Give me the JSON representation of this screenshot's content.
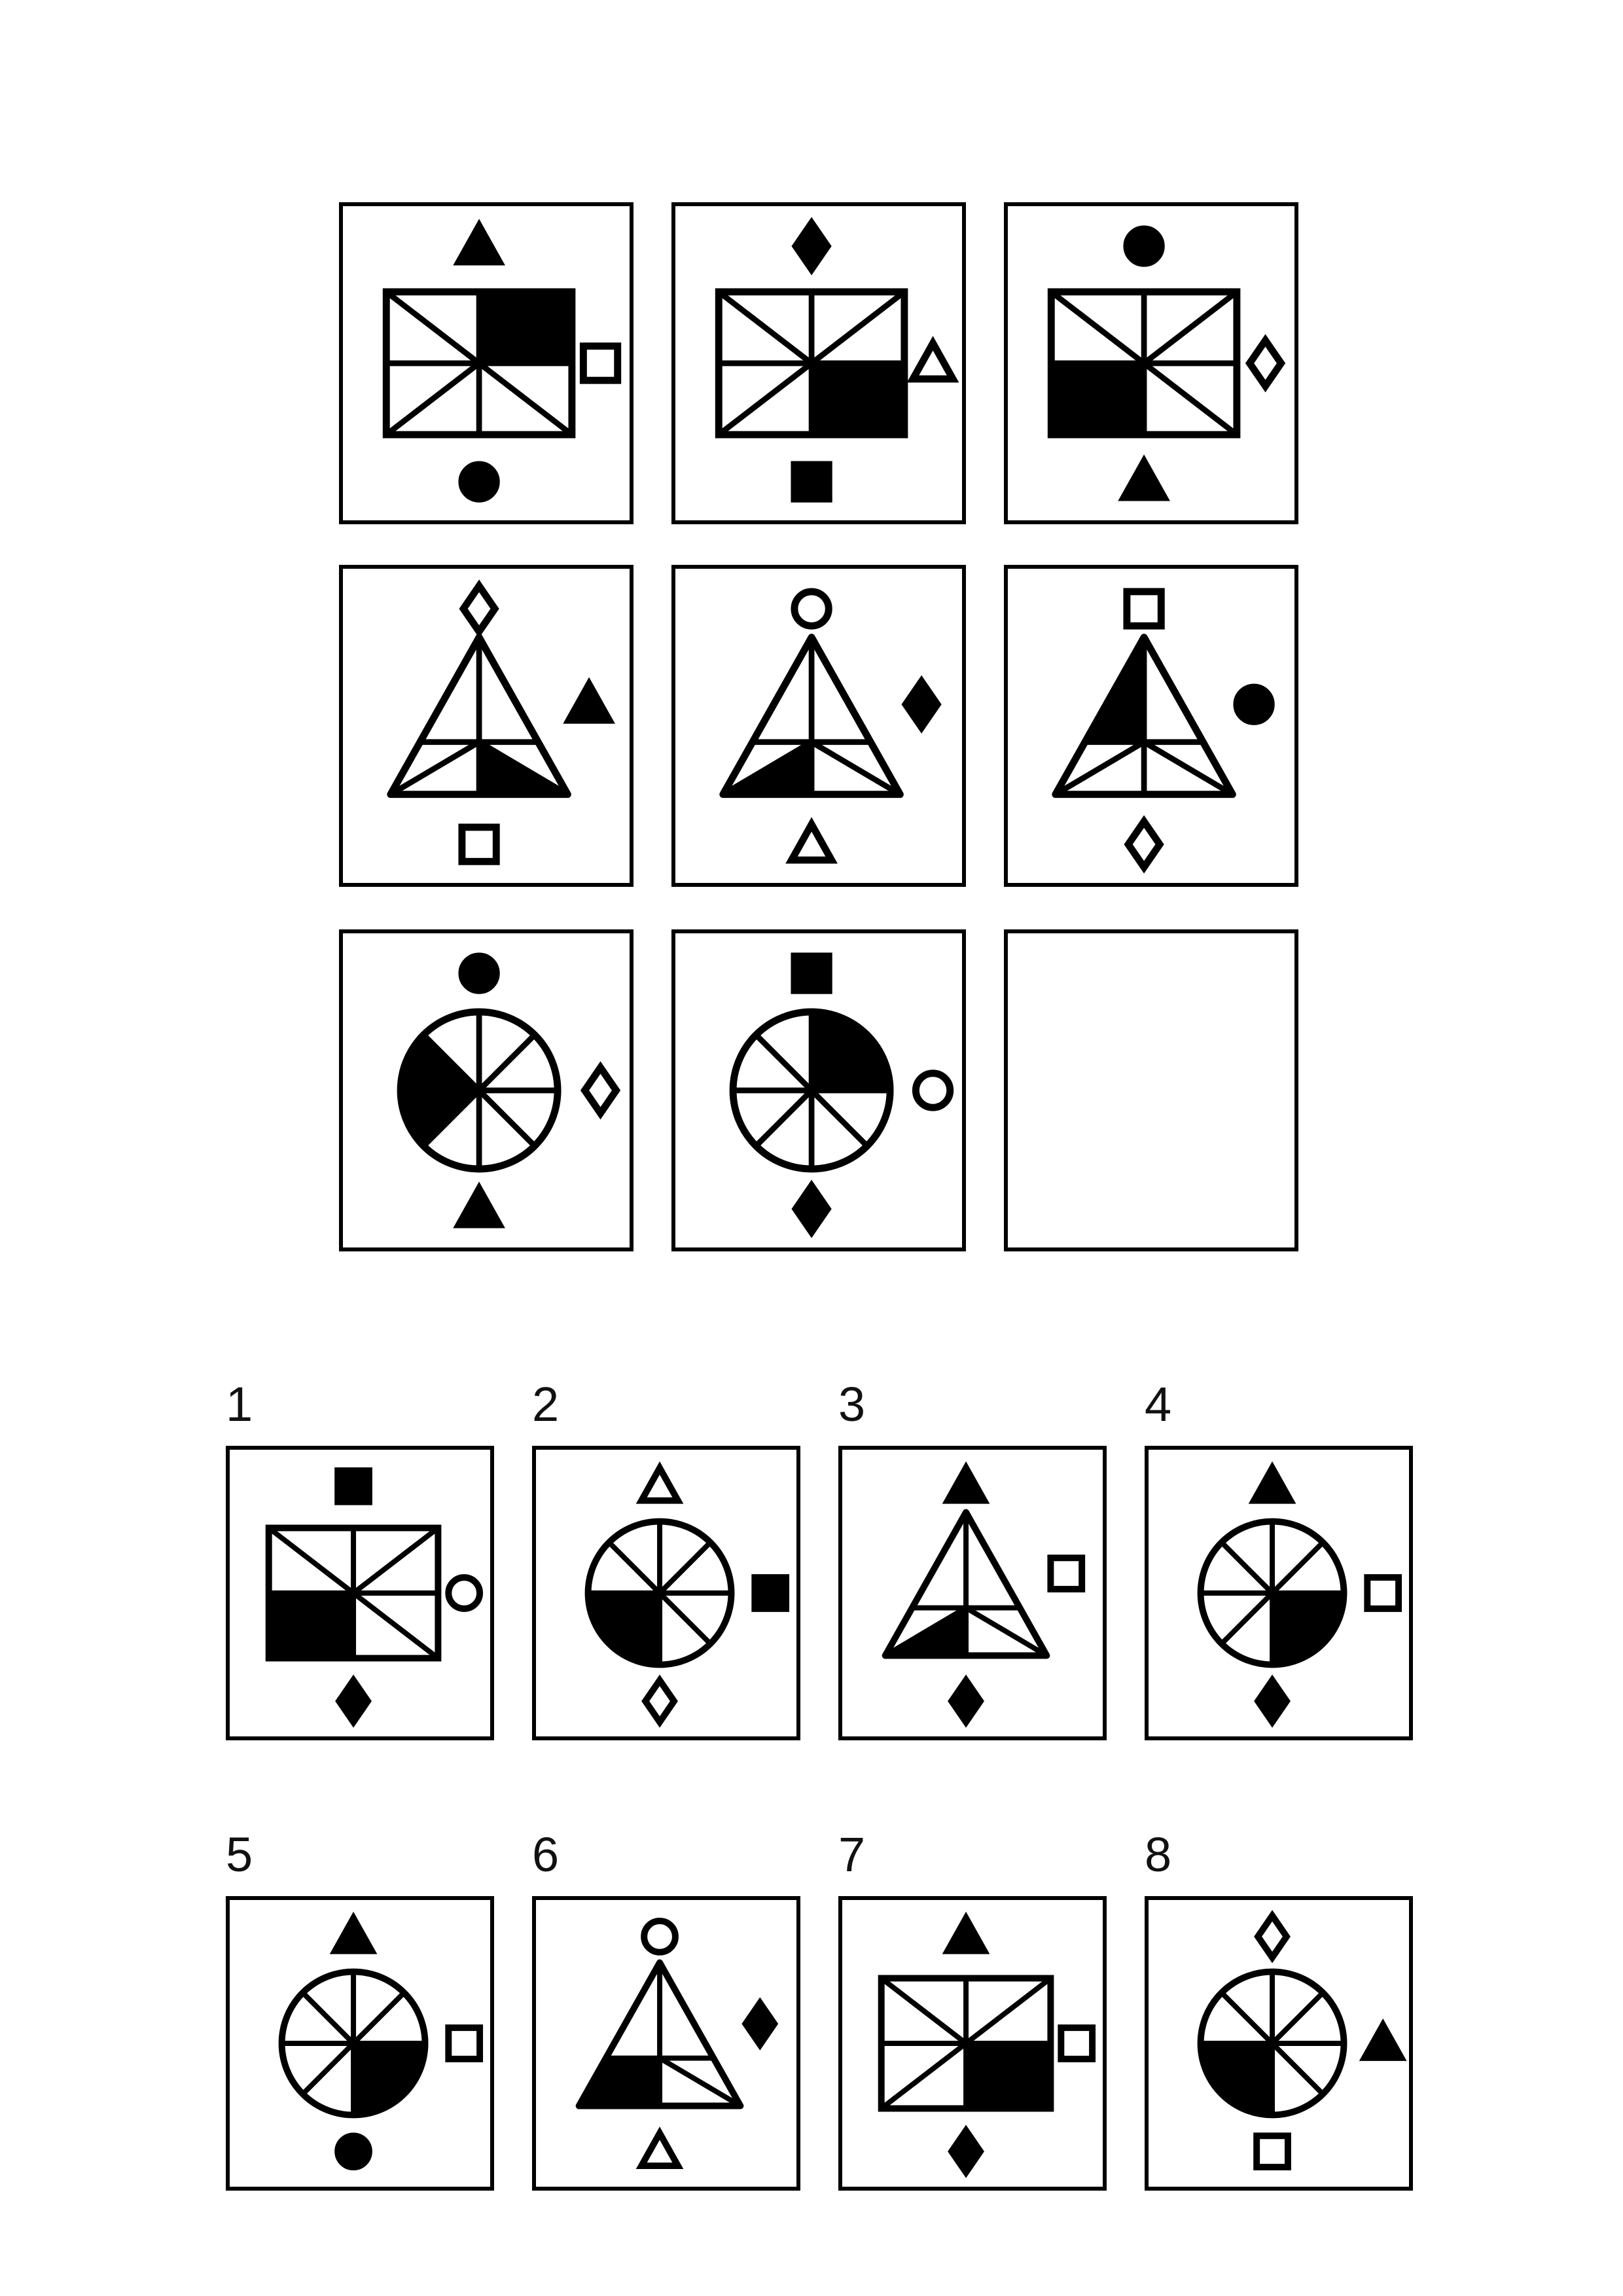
{
  "puzzle": {
    "title": "Matrix reasoning puzzle",
    "background": "#ffffff",
    "ink": "#000000",
    "grid_rows": 3,
    "grid_cols": 3,
    "empty_cell": "r3c3",
    "option_count": 8
  },
  "matrix_cells": [
    {
      "id": "r1c1",
      "wheel": "rect",
      "filled_sectors": [
        0,
        1
      ],
      "top": {
        "shape": "triangle",
        "filled": true
      },
      "right": {
        "shape": "square",
        "filled": false
      },
      "bottom": {
        "shape": "circle",
        "filled": true
      }
    },
    {
      "id": "r1c2",
      "wheel": "rect",
      "filled_sectors": [
        2,
        3
      ],
      "top": {
        "shape": "diamond",
        "filled": true
      },
      "right": {
        "shape": "triangle",
        "filled": false
      },
      "bottom": {
        "shape": "square",
        "filled": true
      }
    },
    {
      "id": "r1c3",
      "wheel": "rect",
      "filled_sectors": [
        4,
        5
      ],
      "top": {
        "shape": "circle",
        "filled": true
      },
      "right": {
        "shape": "diamond",
        "filled": false
      },
      "bottom": {
        "shape": "triangle",
        "filled": true
      }
    },
    {
      "id": "r2c1",
      "wheel": "triangle",
      "filled_sectors": [
        2
      ],
      "top": {
        "shape": "diamond",
        "filled": false
      },
      "right": {
        "shape": "triangle",
        "filled": true
      },
      "bottom": {
        "shape": "square",
        "filled": false
      }
    },
    {
      "id": "r2c2",
      "wheel": "triangle",
      "filled_sectors": [
        3
      ],
      "top": {
        "shape": "circle",
        "filled": false
      },
      "right": {
        "shape": "diamond",
        "filled": true
      },
      "bottom": {
        "shape": "triangle",
        "filled": false
      }
    },
    {
      "id": "r2c3",
      "wheel": "triangle",
      "filled_sectors": [
        5
      ],
      "top": {
        "shape": "square",
        "filled": false
      },
      "right": {
        "shape": "circle",
        "filled": true
      },
      "bottom": {
        "shape": "diamond",
        "filled": false
      }
    },
    {
      "id": "r3c1",
      "wheel": "circle",
      "filled_sectors": [
        5,
        6
      ],
      "top": {
        "shape": "circle",
        "filled": true
      },
      "right": {
        "shape": "diamond",
        "filled": false
      },
      "bottom": {
        "shape": "triangle",
        "filled": true
      }
    },
    {
      "id": "r3c2",
      "wheel": "circle",
      "filled_sectors": [
        0,
        1
      ],
      "top": {
        "shape": "square",
        "filled": true
      },
      "right": {
        "shape": "circle",
        "filled": false
      },
      "bottom": {
        "shape": "diamond",
        "filled": true
      }
    },
    {
      "id": "r3c3",
      "wheel": "none",
      "empty": true
    }
  ],
  "options": [
    {
      "label": "1",
      "wheel": "rect",
      "filled_sectors": [
        4,
        5
      ],
      "top": {
        "shape": "square",
        "filled": true
      },
      "right": {
        "shape": "circle",
        "filled": false
      },
      "bottom": {
        "shape": "diamond",
        "filled": true
      }
    },
    {
      "label": "2",
      "wheel": "circle",
      "filled_sectors": [
        4,
        5
      ],
      "top": {
        "shape": "triangle",
        "filled": false
      },
      "right": {
        "shape": "square",
        "filled": true
      },
      "bottom": {
        "shape": "diamond",
        "filled": false
      }
    },
    {
      "label": "3",
      "wheel": "triangle",
      "filled_sectors": [
        3
      ],
      "top": {
        "shape": "triangle",
        "filled": true
      },
      "right": {
        "shape": "square",
        "filled": false
      },
      "bottom": {
        "shape": "diamond",
        "filled": true
      }
    },
    {
      "label": "4",
      "wheel": "circle",
      "filled_sectors": [
        2,
        3
      ],
      "top": {
        "shape": "triangle",
        "filled": true
      },
      "right": {
        "shape": "square",
        "filled": false
      },
      "bottom": {
        "shape": "diamond",
        "filled": true
      }
    },
    {
      "label": "5",
      "wheel": "circle",
      "filled_sectors": [
        2,
        3
      ],
      "top": {
        "shape": "triangle",
        "filled": true
      },
      "right": {
        "shape": "square",
        "filled": false
      },
      "bottom": {
        "shape": "circle",
        "filled": true
      }
    },
    {
      "label": "6",
      "wheel": "triangle",
      "filled_sectors": [
        3,
        4
      ],
      "top": {
        "shape": "circle",
        "filled": false
      },
      "right": {
        "shape": "diamond",
        "filled": true
      },
      "bottom": {
        "shape": "triangle",
        "filled": false
      }
    },
    {
      "label": "7",
      "wheel": "rect",
      "filled_sectors": [
        2,
        3
      ],
      "top": {
        "shape": "triangle",
        "filled": true
      },
      "right": {
        "shape": "square",
        "filled": false
      },
      "bottom": {
        "shape": "diamond",
        "filled": true
      }
    },
    {
      "label": "8",
      "wheel": "circle",
      "filled_sectors": [
        4,
        5
      ],
      "top": {
        "shape": "diamond",
        "filled": false
      },
      "right": {
        "shape": "triangle",
        "filled": true
      },
      "bottom": {
        "shape": "square",
        "filled": false
      }
    }
  ]
}
